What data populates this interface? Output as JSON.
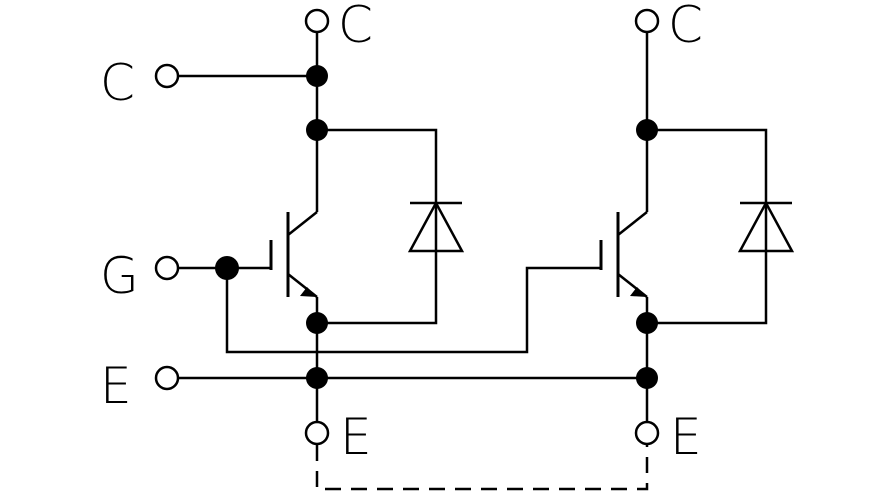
{
  "labels": {
    "collector_left": "C",
    "collector_top_1": "C",
    "collector_top_2": "C",
    "gate": "G",
    "emitter_left": "E",
    "emitter_bottom_1": "E",
    "emitter_bottom_2": "E"
  },
  "colors": {
    "line": "#000000",
    "background": "#ffffff"
  }
}
